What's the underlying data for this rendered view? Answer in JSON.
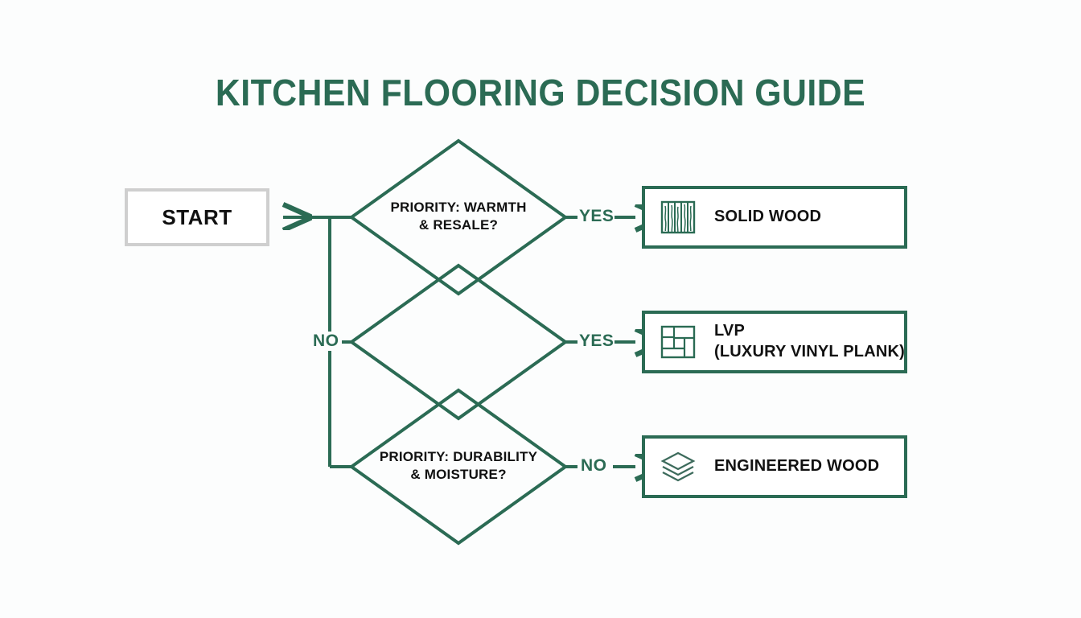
{
  "page": {
    "title": "KITCHEN FLOORING DECISION GUIDE",
    "background_color": "#fcfdfd",
    "accent_color": "#2b6b54",
    "text_color": "#111111",
    "start_border_color": "#cfcfcf"
  },
  "start": {
    "label": "START"
  },
  "decisions": [
    {
      "line1": "PRIORITY: WARMTH",
      "line2": "& RESALE?",
      "branch_label": "YES"
    },
    {
      "line1": "",
      "line2": "",
      "branch_label": "YES"
    },
    {
      "line1": "PRIORITY: DURABILITY",
      "line2": "& MOISTURE?",
      "branch_label": "NO"
    }
  ],
  "trunk_label": "NO",
  "outcomes": [
    {
      "icon": "wood-plank-icon",
      "line1": "SOLID WOOD",
      "line2": ""
    },
    {
      "icon": "vinyl-tile-icon",
      "line1": "LVP",
      "line2": "(LUXURY VINYL PLANK)"
    },
    {
      "icon": "layers-stack-icon",
      "line1": "ENGINEERED WOOD",
      "line2": ""
    }
  ]
}
